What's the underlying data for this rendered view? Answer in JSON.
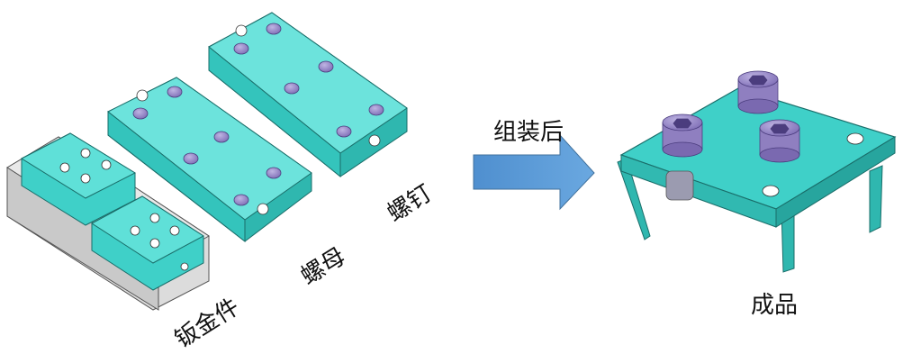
{
  "labels": {
    "sheet_metal": "钣金件",
    "nut": "螺母",
    "screw": "螺钉",
    "assembled": "组装后",
    "product": "成品"
  },
  "colors": {
    "teal": "#3fd0c8",
    "teal_dark": "#1f9e98",
    "gray": "#d9d9d9",
    "gray_dark": "#a9a9a9",
    "purple": "#9e8fc9",
    "purple_dark": "#6f5fa6",
    "arrow": "#5b9bd5"
  }
}
